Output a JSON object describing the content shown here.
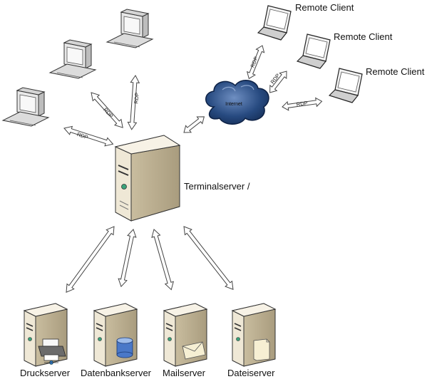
{
  "labels": {
    "terminal_server": "Terminalserver /",
    "remote_client_1": "Remote Client",
    "remote_client_2": "Remote Client",
    "remote_client_3": "Remote Client",
    "internet": "Internet",
    "drucker": "Druckserver",
    "datenbank": "Datenbankserver",
    "mail": "Mailserver",
    "datei": "Dateiserver"
  },
  "protocol_labels": [
    "RDP",
    "RDP",
    "RDP",
    "RDP",
    "RDP",
    "RDP"
  ],
  "icons": {
    "desktop": "desktop-computer-icon",
    "laptop": "laptop-icon",
    "cloud": "cloud-icon",
    "server": "server-icon",
    "printer": "printer-icon",
    "database": "database-icon",
    "mail": "envelope-icon",
    "file": "document-icon"
  },
  "colors": {
    "server_beige": "#e6dcc4",
    "cloud": "#1d3f73",
    "arrow_fill": "#ffffff",
    "arrow_stroke": "#444444"
  }
}
